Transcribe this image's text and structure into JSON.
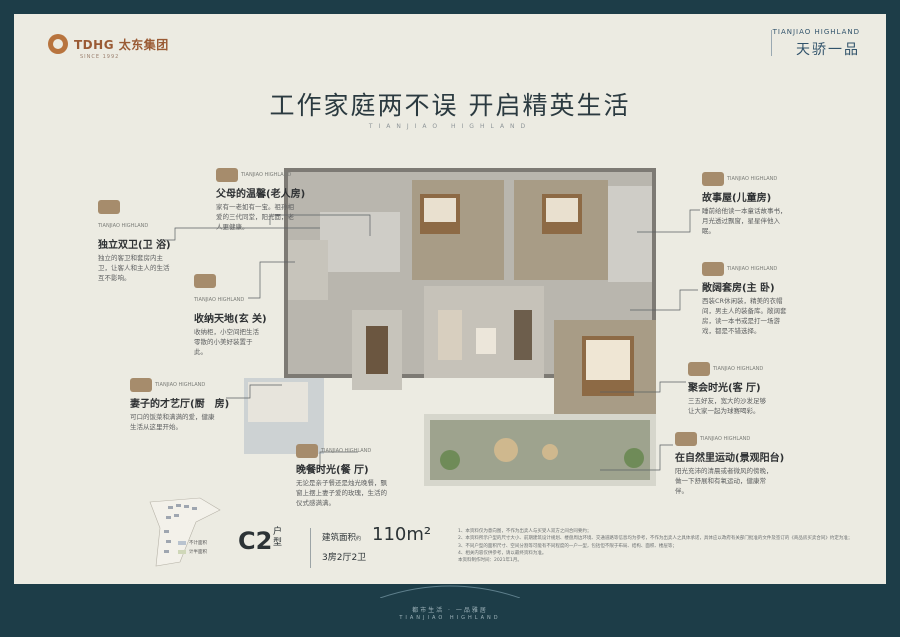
{
  "brand": {
    "developer_name": "TDHG 太东集团",
    "developer_since": "SINCE 1992",
    "project_en": "TIANJIAO HIGHLAND",
    "project_cn": "天骄一品"
  },
  "headline": {
    "title": "工作家庭两不误  开启精英生活",
    "subtitle_en": "TIANJIAO HIGHLAND"
  },
  "callouts": [
    {
      "id": "independent-bathrooms",
      "tag": "TIANJIAO HIGHLAND",
      "title": "独立双卫(卫 浴)",
      "desc": "独立的客卫和套房内主卫，让客人和主人的生活互不影响。"
    },
    {
      "id": "parents-room",
      "tag": "TIANJIAO HIGHLAND",
      "title": "父母的温馨(老人房)",
      "desc": "家有一老如有一宝。祖孙相爱的三代同堂，阳光面，老人更健康。"
    },
    {
      "id": "storage-entry",
      "tag": "TIANJIAO HIGHLAND",
      "title": "收纳天地(玄 关)",
      "desc": "收纳柜，小空间把生活零散的小美好装置于此。"
    },
    {
      "id": "wife-kitchen",
      "tag": "TIANJIAO HIGHLAND",
      "title": "妻子的才艺厅(厨　房)",
      "desc": "可口的饭菜和满满的爱，健康生活从这里开始。"
    },
    {
      "id": "dinner-time",
      "tag": "TIANJIAO HIGHLAND",
      "title": "晚餐时光(餐 厅)",
      "desc": "无论是亲子餐还是烛光晚餐，飘窗上摆上妻子爱的玫瑰，生活的仪式感满满。"
    },
    {
      "id": "story-room",
      "tag": "TIANJIAO HIGHLAND",
      "title": "故事屋(儿童房)",
      "desc": "睡前给他读一本童话故事书，月光透过飘窗，星星伴他入眠。"
    },
    {
      "id": "master-room",
      "tag": "TIANJIAO HIGHLAND",
      "title": "敞阔套房(主 卧)",
      "desc": "西装CR休闲装，精美的衣帽间，男主人的装备库。敞阔套房，读一本书或是打一场游戏，都是不错选择。"
    },
    {
      "id": "gathering-time",
      "tag": "TIANJIAO HIGHLAND",
      "title": "聚会时光(客 厅)",
      "desc": "三五好友，宽大的沙发足够让大家一起为球赛喝彩。"
    },
    {
      "id": "balcony",
      "tag": "TIANJIAO HIGHLAND",
      "title": "在自然里运动(景观阳台)",
      "desc": "阳光充沛的清晨或者微风的傍晚，做一下舒展和有氧运动，健康常伴。"
    }
  ],
  "unit": {
    "type": "C2",
    "type_suffix": "户型",
    "area_label": "建筑面积",
    "area_unit_small": "约",
    "area_value": "110m²",
    "layout": "3房2厅2卫"
  },
  "legend": [
    {
      "label": "不计面积",
      "color": "#b9c3cf"
    },
    {
      "label": "计半面积",
      "color": "#cfd7b8"
    }
  ],
  "notes": [
    "1、本资料仅为意向图，不作为出卖人与买受人双方之间合同要约；",
    "2、本资料所示户型的尺寸大小、前期建筑设计规划、楼盘周边环境、交通道路等信息均为参考，不作为出卖人之具体承诺，具体应以政府有关部门批准的文件及签订的《商品房买卖合同》约定为准；",
    "3、不同户型的面积尺寸、空间分割等可能有不同程度的一户一型，包括但不限于布局、结构、面积、楼层等；",
    "4、相关内容仅供参考，请以最终资料为准。",
    "本资料制作时间：2021年1月。"
  ],
  "footer": {
    "slogan_cn": "都市生活 · 一品雅居",
    "slogan_en": "TIANJIAO HIGHLAND"
  }
}
